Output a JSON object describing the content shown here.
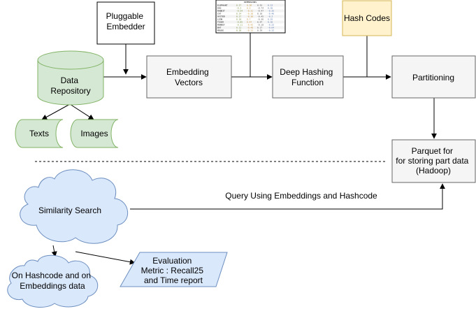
{
  "nodes": {
    "pluggable_embedder": [
      "Pluggable",
      "Embedder"
    ],
    "data_repository": [
      "Data",
      "Repository"
    ],
    "embedding_vectors": [
      "Embedding",
      "Vectors"
    ],
    "deep_hashing_function": [
      "Deep Hashing",
      "Function"
    ],
    "hash_codes": [
      "Hash Codes"
    ],
    "partitioning": [
      "Partitioning"
    ],
    "texts": [
      "Texts"
    ],
    "images": [
      "Images"
    ],
    "parquet": [
      "Parquet for",
      "for storing part data",
      "(Hadoop)"
    ],
    "similarity_search": [
      "Similarity Search"
    ],
    "hashcode_data": [
      "On Hashcode and on",
      "Embeddings data"
    ],
    "evaluation": [
      "Evaluation",
      "Metric : Recall25",
      "and Time report"
    ]
  },
  "edge_labels": {
    "query": "Query Using Embeddings and Hashcode"
  },
  "embedding_table": {
    "header": "DIMENSIONS",
    "rows": [
      [
        "ELEPHANT",
        "0.27",
        "0.20",
        "0.91",
        "0.12"
      ],
      [
        "DOG",
        "-0.3",
        "0.5",
        "-0.74",
        "0.36"
      ],
      [
        "RABBIT",
        "-0.54",
        "-0.31",
        "-0.47",
        "-0.25"
      ],
      [
        "CAT",
        "0.14",
        "-0.18",
        "0.10",
        "-0.46"
      ],
      [
        "OYSTER",
        "0.17",
        "-0.38",
        "-0.45",
        "-0.2"
      ],
      [
        "LION",
        "0.18",
        "0.7",
        "-0.36",
        "0.35"
      ],
      [
        "TIGER",
        "-0.85",
        "0.07",
        "0.07",
        "0.36"
      ],
      [
        "MONKEY",
        "-0.11",
        "-0.42",
        "-0.18",
        "-0.22"
      ],
      [
        "BAT",
        "0.11",
        "-0.48",
        "0.17",
        "-0.64"
      ],
      [
        "MOUSE",
        "0.28",
        "-0.13",
        "0.29",
        "-0.32"
      ]
    ]
  },
  "colors": {
    "gray_fill": "#f5f5f5",
    "gray_stroke": "#666666",
    "green_fill": "#d5e8d4",
    "green_stroke": "#82b366",
    "blue_fill": "#dae8fc",
    "blue_stroke": "#6c8ebf",
    "yellow_fill": "#fff2cc",
    "yellow_stroke": "#d6b656"
  }
}
